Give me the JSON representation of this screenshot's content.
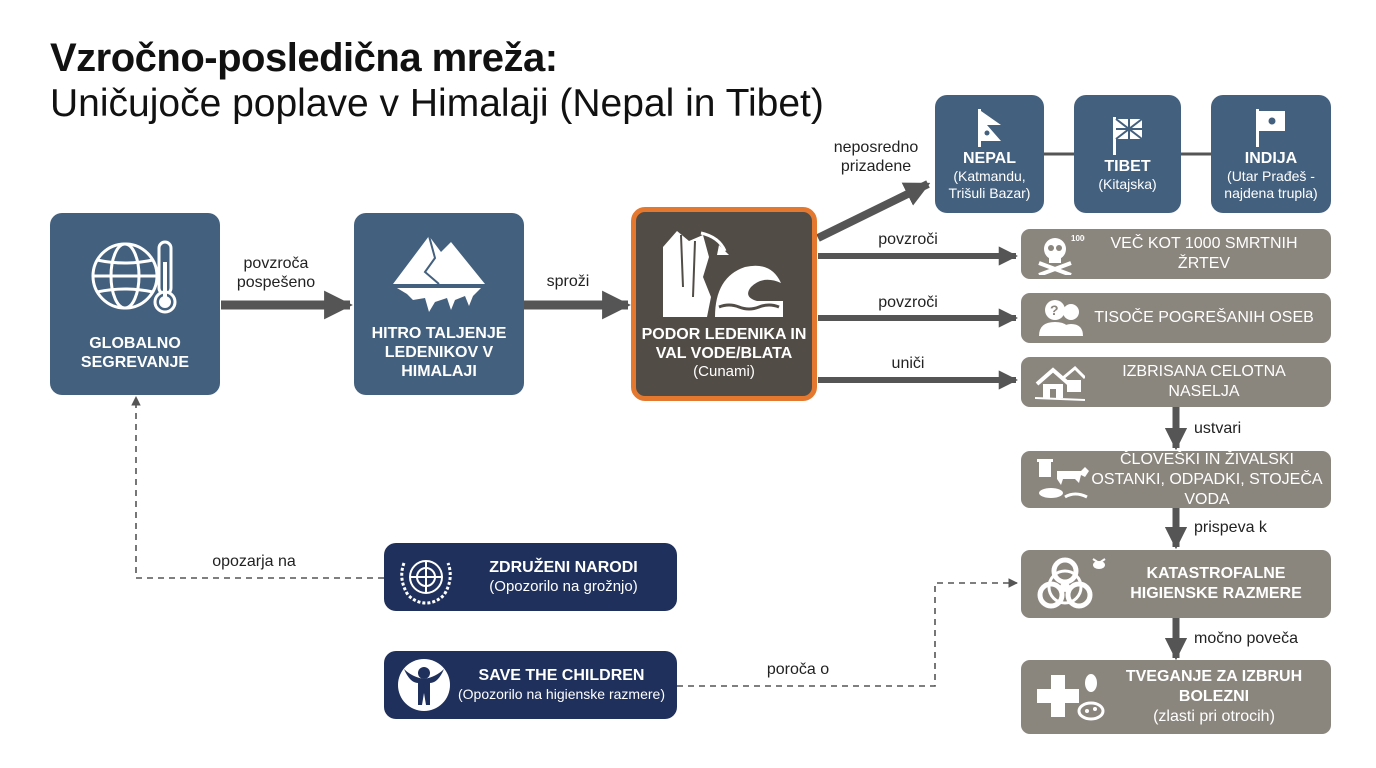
{
  "title": {
    "line1": "Vzročno-posledična mreža:",
    "line2": "Uničujoče poplave v Himalaji (Nepal in Tibet)"
  },
  "nodes": {
    "global": {
      "label": "GLOBALNO SEGREVANJE"
    },
    "melting": {
      "label": "HITRO TALJENJE LEDENIKOV V HIMALAJI"
    },
    "collapse": {
      "label": "PODOR LEDENIKA IN VAL VODE/BLATA",
      "sub": "(Cunami)"
    },
    "nepal": {
      "label": "NEPAL",
      "sub": "(Katmandu, Trišuli Bazar)"
    },
    "tibet": {
      "label": "TIBET",
      "sub": "(Kitajska)"
    },
    "india": {
      "label": "INDIJA",
      "sub": "(Utar Prađeš - najdena trupla)"
    },
    "deaths": {
      "label": "VEČ KOT 1000 SMRTNIH ŽRTEV",
      "badge": "1000+"
    },
    "missing": {
      "label": "TISOČE POGREŠANIH OSEB"
    },
    "settlements": {
      "label": "IZBRISANA CELOTNA NASELJA"
    },
    "remains": {
      "label": "ČLOVEŠKI IN ŽIVALSKI OSTANKI, ODPADKI, STOJEČA VODA"
    },
    "hygiene": {
      "label": "KATASTROFALNE HIGIENSKE RAZMERE"
    },
    "disease": {
      "label": "TVEGANJE ZA IZBRUH BOLEZNI",
      "sub": "(zlasti pri otrocih)"
    },
    "un": {
      "label": "ZDRUŽENI NARODI",
      "sub": "(Opozorilo na grožnjo)"
    },
    "stc": {
      "label": "SAVE THE CHILDREN",
      "sub": "(Opozorilo na higienske razmere)"
    }
  },
  "edges": {
    "e1": "povzroča pospešeno",
    "e2": "sproži",
    "e3": "neposredno prizadene",
    "e4": "povzroči",
    "e5": "povzroči",
    "e6": "uniči",
    "e7": "ustvari",
    "e8": "prispeva k",
    "e9": "močno poveča",
    "e10": "opozarja na",
    "e11": "poroča o"
  },
  "colors": {
    "blue": "#43607e",
    "navy": "#1f305c",
    "grey": "#8a857d",
    "dark": "#524c46",
    "orange": "#e5782f",
    "arrow": "#555555"
  }
}
